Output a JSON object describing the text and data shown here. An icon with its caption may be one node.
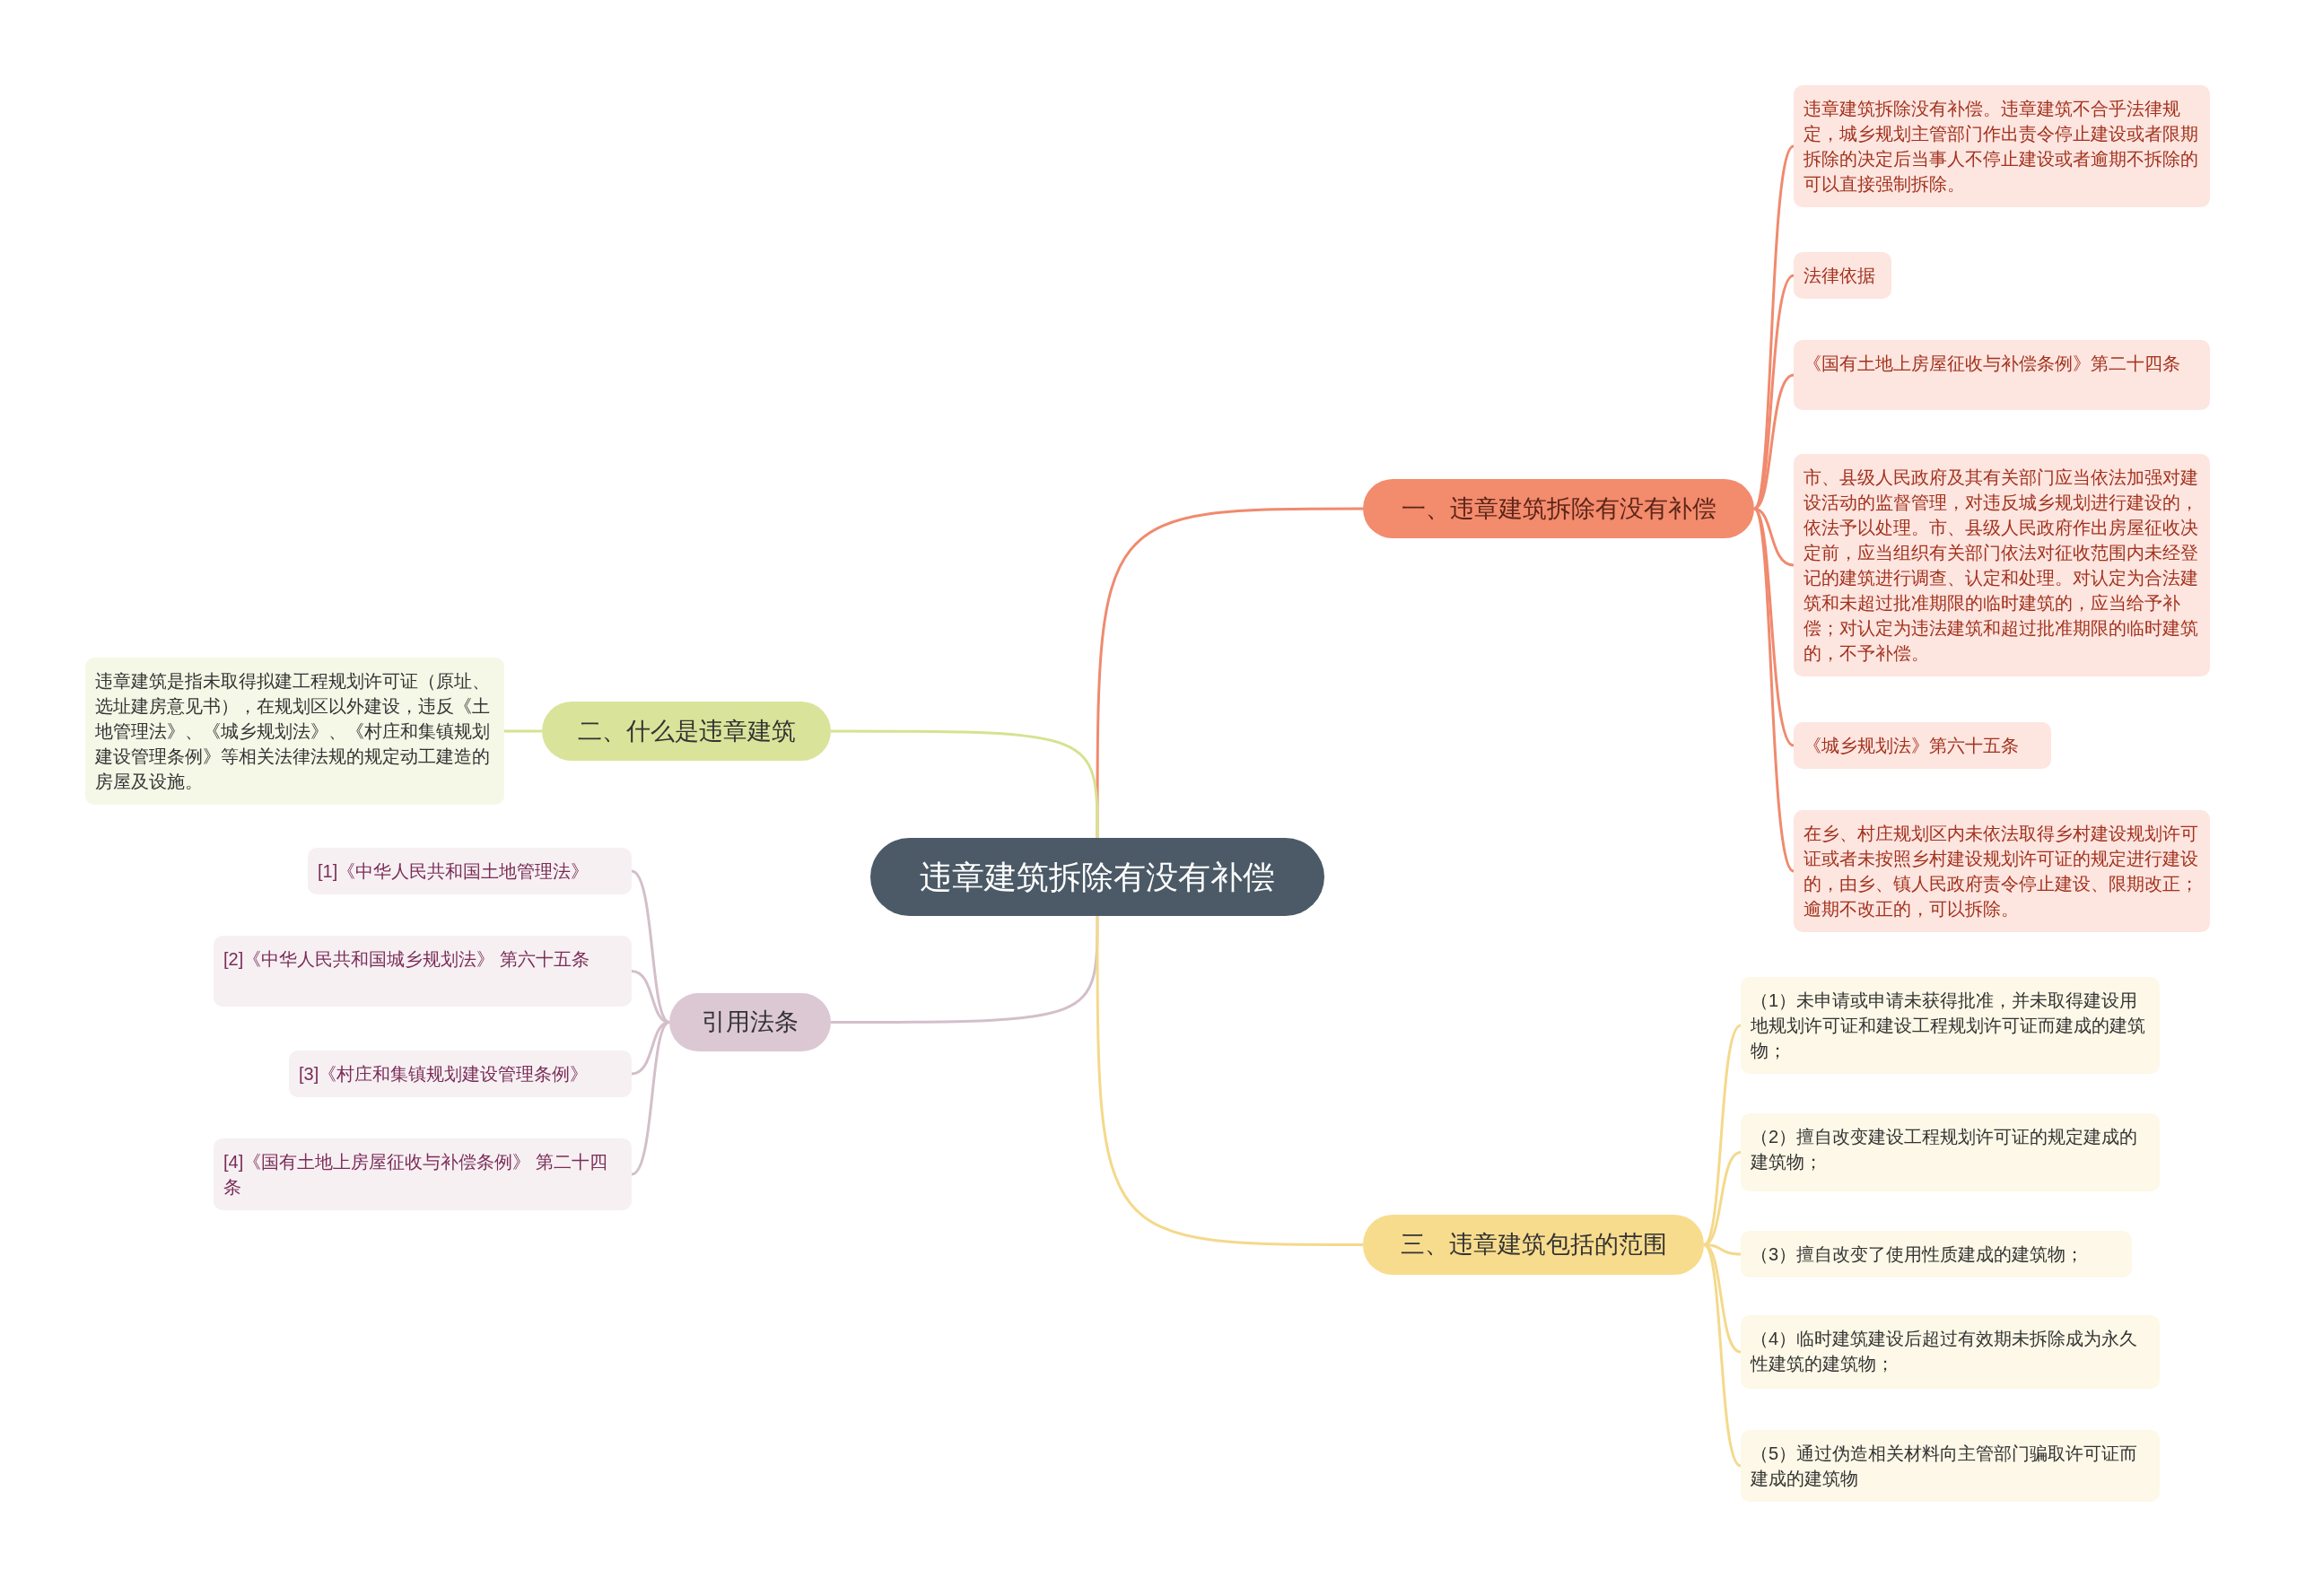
{
  "diagram": {
    "nodes": [
      {
        "text": [
          "违章建筑拆除有没有补偿"
        ]
      },
      {
        "text": [
          "一、违章建筑拆除有没有补偿"
        ]
      },
      {
        "text": [
          "违章建筑拆除没有补偿。违章建筑不合乎法律规定，城乡规划主管部门作出责令停止建设或者限期拆除的决定后当事人不停止建设或者逾期不拆除的可以直接强制拆除。"
        ]
      },
      {
        "text": [
          "法律依据"
        ]
      },
      {
        "text": [
          "《国有土地上房屋征收与补偿条例》第二十四条"
        ]
      },
      {
        "text": [
          "市、县级人民政府及其有关部门应当依法加强对建设活动的监督管理，对违反城乡规划进行建设的，依法予以处理。市、县级人民政府作出房屋征收决定前，应当组织有关部门依法对征收范围内未经登记的建筑进行调查、认定和处理。对认定为合法建筑和未超过批准期限的临时建筑的，应当给予补偿；对认定为违法建筑和超过批准期限的临时建筑的，不予补偿。"
        ]
      },
      {
        "text": [
          "《城乡规划法》第六十五条"
        ]
      },
      {
        "text": [
          "在乡、村庄规划区内未依法取得乡村建设规划许可证或者未按照乡村建设规划许可证的规定进行建设的，由乡、镇人民政府责令停止建设、限期改正；逾期不改正的，可以拆除。"
        ]
      },
      {
        "text": [
          "二、什么是违章建筑"
        ]
      },
      {
        "text": [
          "违章建筑是指未取得拟建工程规划许可证（原址、选址建房意见书），在规划区以外建设，违反《土地管理法》、《城乡规划法》、《村庄和集镇规划建设管理条例》等相关法律法规的规定动工建造的房屋及设施。"
        ]
      },
      {
        "text": [
          "引用法条"
        ]
      },
      {
        "text": [
          "[1]《中华人民共和国土地管理法》"
        ]
      },
      {
        "text": [
          "[2]《中华人民共和国城乡规划法》 第六十五条"
        ]
      },
      {
        "text": [
          "[3]《村庄和集镇规划建设管理条例》"
        ]
      },
      {
        "text": [
          "[4]《国有土地上房屋征收与补偿条例》 第二十四条"
        ]
      },
      {
        "text": [
          "三、违章建筑包括的范围"
        ]
      },
      {
        "text": [
          "（1）未申请或申请未获得批准，并未取得建设用地规划许可证和建设工程规划许可证而建成的建筑物；"
        ]
      },
      {
        "text": [
          "（2）擅自改变建设工程规划许可证的规定建成的建筑物；"
        ]
      },
      {
        "text": [
          "（3）擅自改变了使用性质建成的建筑物；"
        ]
      },
      {
        "text": [
          "（4）临时建筑建设后超过有效期未拆除成为永久性建筑的建筑物；"
        ]
      },
      {
        "text": [
          "（5）通过伪造相关材料向主管部门骗取许可证而建成的建筑物"
        ]
      }
    ],
    "edges": [
      {
        "from": 0,
        "to": 1,
        "arrow": "none",
        "color": "#f08a6e"
      },
      {
        "from": 1,
        "to": 2,
        "arrow": "none",
        "color": "#f08a6e"
      },
      {
        "from": 1,
        "to": 3,
        "arrow": "none",
        "color": "#f08a6e"
      },
      {
        "from": 1,
        "to": 4,
        "arrow": "none",
        "color": "#f08a6e"
      },
      {
        "from": 1,
        "to": 5,
        "arrow": "none",
        "color": "#f08a6e"
      },
      {
        "from": 1,
        "to": 6,
        "arrow": "none",
        "color": "#f08a6e"
      },
      {
        "from": 1,
        "to": 7,
        "arrow": "none",
        "color": "#f08a6e"
      },
      {
        "from": 0,
        "to": 8,
        "arrow": "none",
        "color": "#d6e291"
      },
      {
        "from": 8,
        "to": 9,
        "arrow": "none",
        "color": "#d6e291"
      },
      {
        "from": 0,
        "to": 10,
        "arrow": "none",
        "color": "#d3bfca"
      },
      {
        "from": 10,
        "to": 11,
        "arrow": "none",
        "color": "#d3bfca"
      },
      {
        "from": 10,
        "to": 12,
        "arrow": "none",
        "color": "#d3bfca"
      },
      {
        "from": 10,
        "to": 13,
        "arrow": "none",
        "color": "#d3bfca"
      },
      {
        "from": 10,
        "to": 14,
        "arrow": "none",
        "color": "#d3bfca"
      },
      {
        "from": 0,
        "to": 15,
        "arrow": "none",
        "color": "#f4d98b"
      },
      {
        "from": 15,
        "to": 16,
        "arrow": "none",
        "color": "#f4d98b"
      },
      {
        "from": 15,
        "to": 17,
        "arrow": "none",
        "color": "#f4d98b"
      },
      {
        "from": 15,
        "to": 18,
        "arrow": "none",
        "color": "#f4d98b"
      },
      {
        "from": 15,
        "to": 19,
        "arrow": "none",
        "color": "#f4d98b"
      },
      {
        "from": 15,
        "to": 20,
        "arrow": "none",
        "color": "#f4d98b"
      }
    ]
  }
}
